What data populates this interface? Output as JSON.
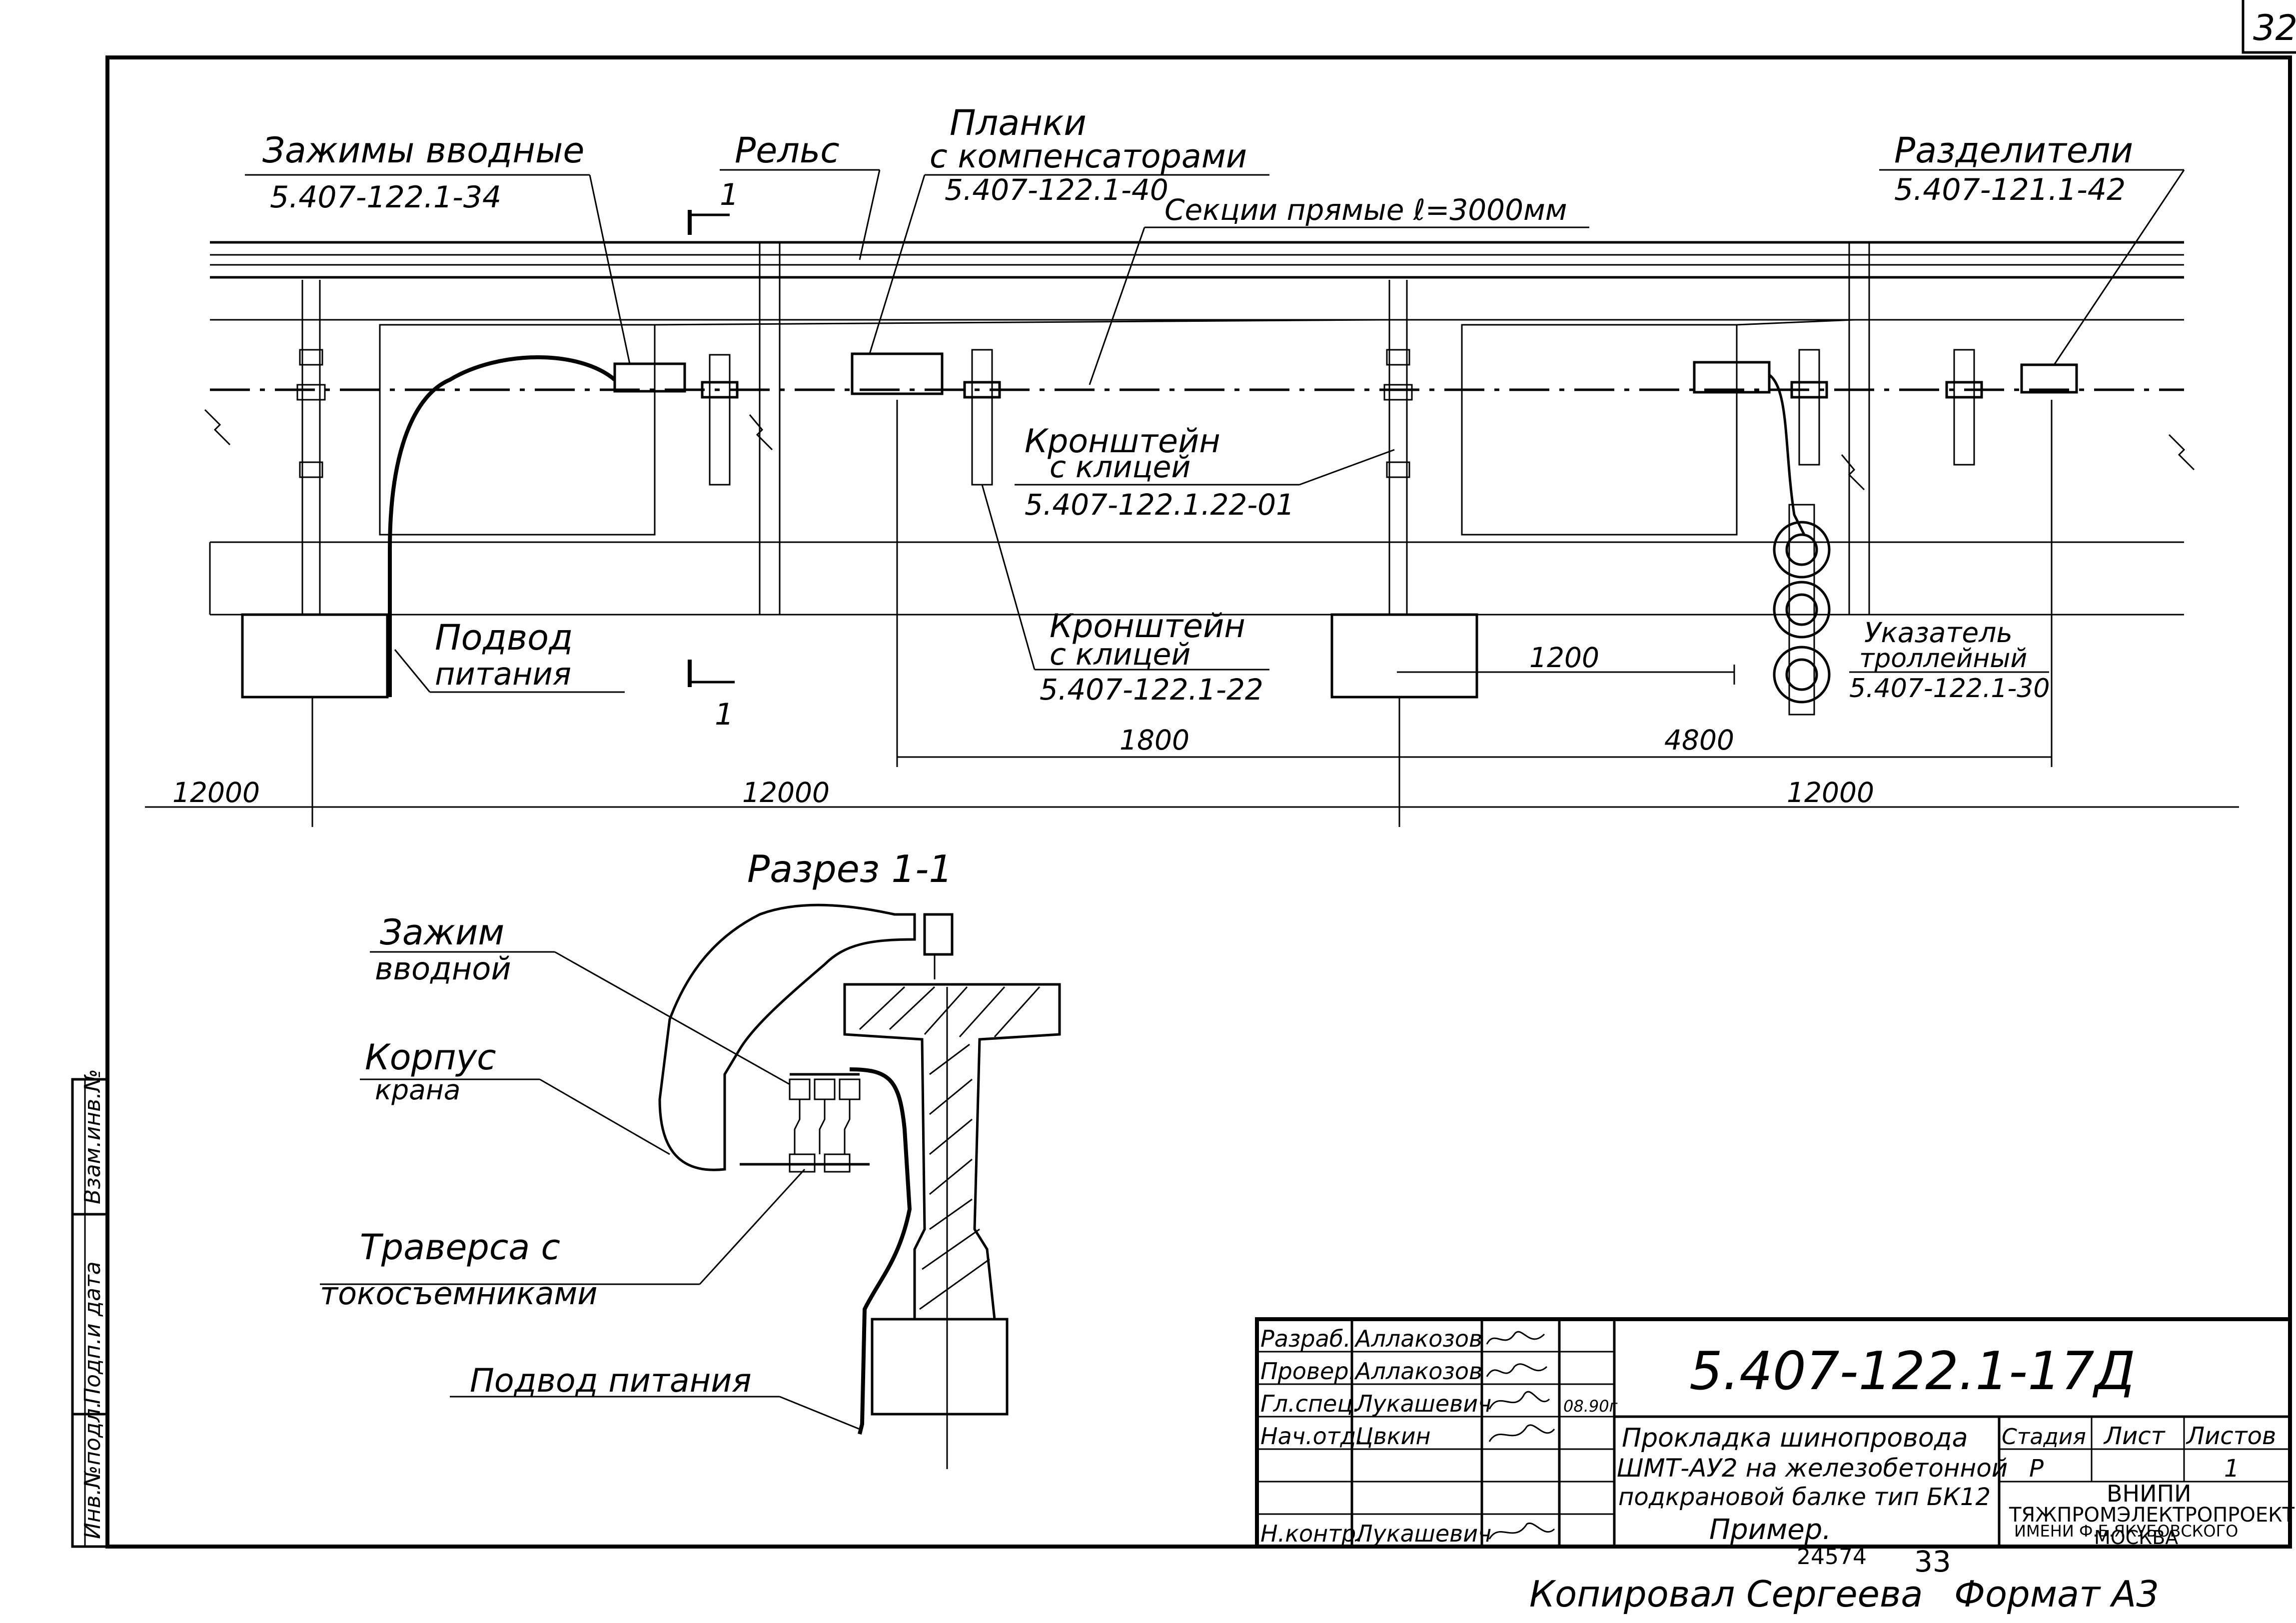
{
  "sheet": {
    "page_number": "32",
    "format_label": "Формат А3",
    "copied_by": "Копировал Сергеева",
    "archive_number": "24574",
    "archive_sheet": "33"
  },
  "plan": {
    "leaders": {
      "zazhimy_title": "Зажимы вводные",
      "zazhimy_code": "5.407-122.1-34",
      "rels": "Рельс",
      "planki_title1": "Планки",
      "planki_title2": "с компенсаторами",
      "planki_code": "5.407-122.1-40",
      "sekcii": "Секции прямые ℓ=3000мм",
      "razdeliteli_title": "Разделители",
      "razdeliteli_code": "5.407-121.1-42",
      "kronshtein1_title1": "Кронштейн",
      "kronshtein1_title2": "с клицей",
      "kronshtein1_code": "5.407-122.1.22-01",
      "kronshtein2_title1": "Кронштейн",
      "kronshtein2_title2": "с клицей",
      "kronshtein2_code": "5.407-122.1-22",
      "podvod_title1": "Подвод",
      "podvod_title2": "питания",
      "ukazatel_title1": "Указатель",
      "ukazatel_title2": "троллейный",
      "ukazatel_code": "5.407-122.1-30"
    },
    "section_mark_top": "1",
    "section_mark_bottom": "1",
    "dimensions": {
      "d1200": "1200",
      "d1800": "1800",
      "d4800": "4800",
      "span_left": "12000",
      "span_mid": "12000",
      "span_right": "12000"
    }
  },
  "section": {
    "title": "Разрез 1-1",
    "labels": {
      "zazhim1": "Зажим",
      "zazhim2": "вводной",
      "korpus1": "Корпус",
      "korpus2": "крана",
      "traversa1": "Траверса с",
      "traversa2": "токосъемниками",
      "podvod": "Подвод питания"
    }
  },
  "side_stamp": {
    "inv_podl": "Инв.№подл.",
    "podp_data": "Подп.и дата",
    "vzam_inv": "Взам.инв.№"
  },
  "title_block": {
    "doc_code": "5.407-122.1-17Д",
    "description": [
      "Прокладка шинопровода",
      "ШМТ-АУ2 на железобетонной",
      "подкрановой балке тип БК12",
      "Пример."
    ],
    "roles": [
      {
        "role": "Разраб.",
        "name": "Аллакозов"
      },
      {
        "role": "Провер.",
        "name": "Аллакозов"
      },
      {
        "role": "Гл.спец.",
        "name": "Лукашевич"
      },
      {
        "role": "Нач.отд.",
        "name": "Цвкин"
      },
      {
        "role": "",
        "name": ""
      },
      {
        "role": "",
        "name": ""
      },
      {
        "role": "Н.контр.",
        "name": "Лукашевич"
      }
    ],
    "date": "08.90г",
    "stage_header": "Стадия",
    "sheet_header": "Лист",
    "sheets_header": "Листов",
    "stage": "Р",
    "sheets": "1",
    "org": [
      "ВНИПИ",
      "ТЯЖПРОМЭЛЕКТРОПРОЕКТ",
      "ИМЕНИ Ф.Б.ЯКУБОВСКОГО",
      "МОСКВА"
    ]
  }
}
